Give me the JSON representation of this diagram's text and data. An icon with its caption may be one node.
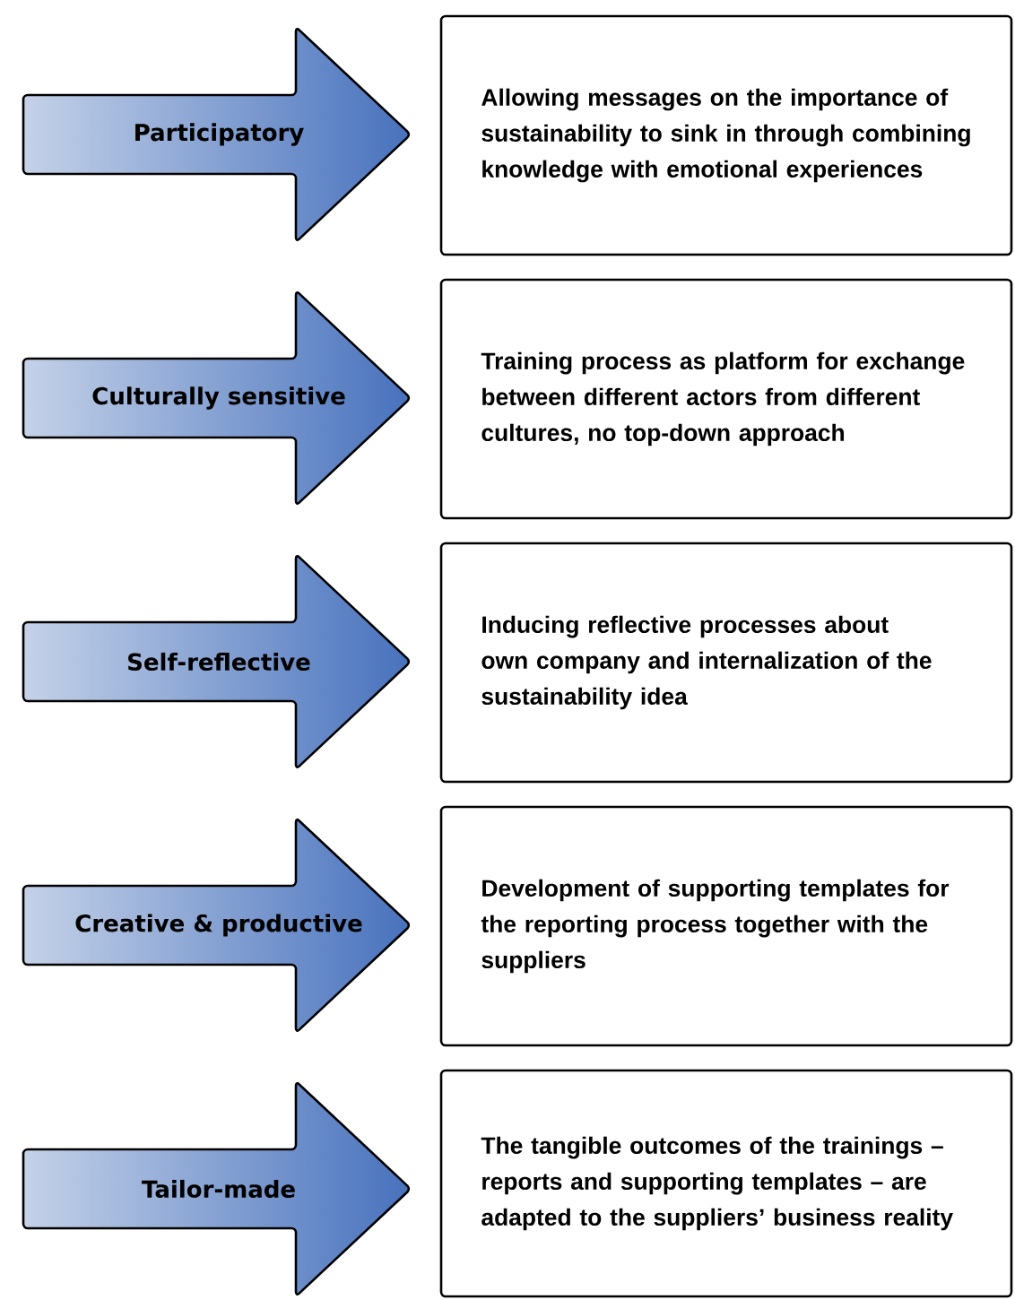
{
  "diagram": {
    "nodes": [
      {
        "text": [
          "Participatory"
        ]
      },
      {
        "text": [
          "Allowing messages on the importance of sustainability to sink in through combining knowledge with emotional experiences"
        ]
      },
      {
        "text": [
          "Culturally sensitive"
        ]
      },
      {
        "text": [
          "Training process as platform for exchange between different actors from different cultures, no top-down approach"
        ]
      },
      {
        "text": [
          "Self-reflective"
        ]
      },
      {
        "text": [
          "Inducing reflective processes about own company and internalization of the sustainability idea"
        ]
      },
      {
        "text": [
          "Creative & productive"
        ]
      },
      {
        "text": [
          "Development of supporting templates for the reporting process together with the suppliers"
        ]
      },
      {
        "text": [
          "Tailor-made"
        ]
      },
      {
        "text": [
          "The tangible outcomes of the trainings – reports and supporting templates – are adapted to the suppliers’ business reality"
        ]
      }
    ]
  }
}
